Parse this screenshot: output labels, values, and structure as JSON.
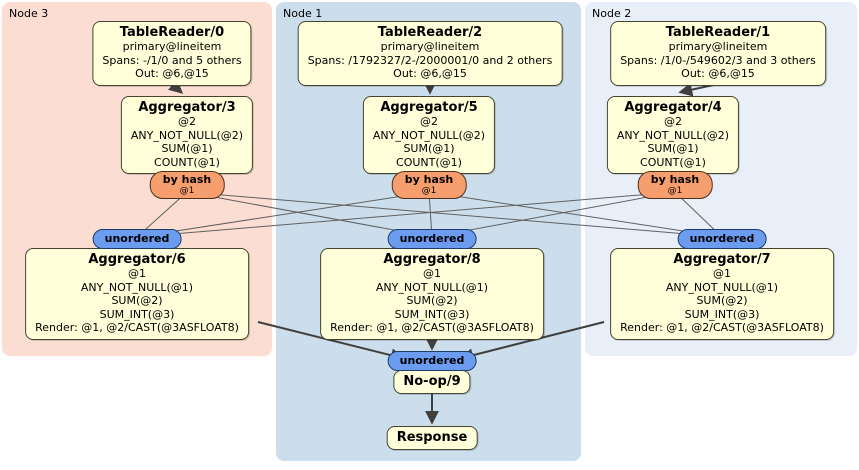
{
  "regions": {
    "node3": {
      "label": "Node 3"
    },
    "node1": {
      "label": "Node 1"
    },
    "node2": {
      "label": "Node 2"
    }
  },
  "nodes": {
    "tr0": {
      "title": "TableReader/0",
      "lines": [
        "primary@lineitem",
        "Spans: -/1/0 and 5 others",
        "Out: @6,@15"
      ]
    },
    "tr2": {
      "title": "TableReader/2",
      "lines": [
        "primary@lineitem",
        "Spans: /1792327/2-/2000001/0 and 2 others",
        "Out: @6,@15"
      ]
    },
    "tr1": {
      "title": "TableReader/1",
      "lines": [
        "primary@lineitem",
        "Spans: /1/0-/549602/3 and 3 others",
        "Out: @6,@15"
      ]
    },
    "agg3": {
      "title": "Aggregator/3",
      "lines": [
        "@2",
        "ANY_NOT_NULL(@2)",
        "SUM(@1)",
        "COUNT(@1)"
      ]
    },
    "agg5": {
      "title": "Aggregator/5",
      "lines": [
        "@2",
        "ANY_NOT_NULL(@2)",
        "SUM(@1)",
        "COUNT(@1)"
      ]
    },
    "agg4": {
      "title": "Aggregator/4",
      "lines": [
        "@2",
        "ANY_NOT_NULL(@2)",
        "SUM(@1)",
        "COUNT(@1)"
      ]
    },
    "agg6": {
      "title": "Aggregator/6",
      "lines": [
        "@1",
        "ANY_NOT_NULL(@1)",
        "SUM(@2)",
        "SUM_INT(@3)",
        "Render: @1, @2/CAST(@3ASFLOAT8)"
      ]
    },
    "agg8": {
      "title": "Aggregator/8",
      "lines": [
        "@1",
        "ANY_NOT_NULL(@1)",
        "SUM(@2)",
        "SUM_INT(@3)",
        "Render: @1, @2/CAST(@3ASFLOAT8)"
      ]
    },
    "agg7": {
      "title": "Aggregator/7",
      "lines": [
        "@1",
        "ANY_NOT_NULL(@1)",
        "SUM(@2)",
        "SUM_INT(@3)",
        "Render: @1, @2/CAST(@3ASFLOAT8)"
      ]
    },
    "noop": {
      "title": "No-op/9"
    },
    "response": {
      "title": "Response"
    }
  },
  "routers": {
    "hash3": {
      "label": "by hash",
      "detail": "@1"
    },
    "hash5": {
      "label": "by hash",
      "detail": "@1"
    },
    "hash4": {
      "label": "by hash",
      "detail": "@1"
    },
    "sync_left": {
      "label": "unordered"
    },
    "sync_mid": {
      "label": "unordered"
    },
    "sync_right": {
      "label": "unordered"
    },
    "sync_final": {
      "label": "unordered"
    }
  },
  "colors": {
    "region_node3_fill": "#fbddd2",
    "region_node1_fill": "#ccdeeb",
    "region_node2_fill": "#e9eff9",
    "processor_box_fill": "#ffffd9",
    "processor_box_border": "#45452f",
    "hash_router_fill": "#f79e6e",
    "sync_pill_fill": "#6b9cf0",
    "edge_thin": "#606060",
    "edge_thick": "#3f3f3f"
  }
}
